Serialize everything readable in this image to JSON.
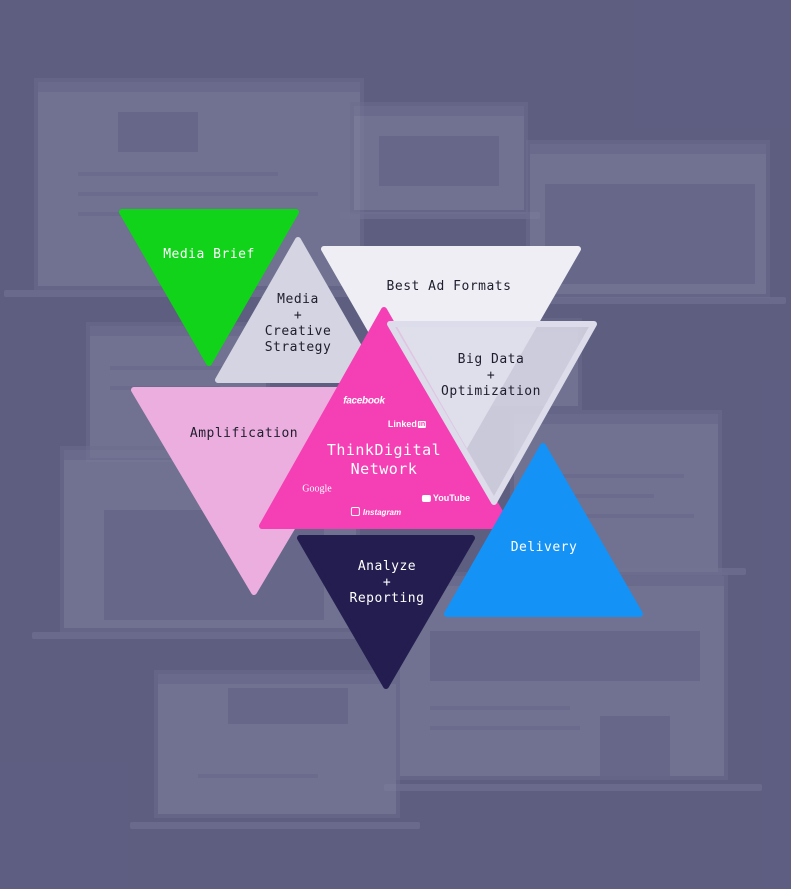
{
  "diagram": {
    "center": {
      "title_line1": "ThinkDigital",
      "title_line2": "Network",
      "color": "#f53fb4",
      "brands": {
        "facebook": "facebook",
        "linkedin": "Linked",
        "linkedin_badge": "in",
        "google": "Google",
        "youtube": "YouTube",
        "instagram": "Instagram"
      }
    },
    "nodes": {
      "media_brief": {
        "label": "Media Brief",
        "color": "#10d31a"
      },
      "media_creative": {
        "line1": "Media",
        "line2": "+",
        "line3": "Creative",
        "line4": "Strategy",
        "color": "#d4d4e2"
      },
      "best_ad_formats": {
        "label": "Best Ad Formats",
        "color": "#eeeef4"
      },
      "big_data": {
        "line1": "Big Data",
        "line2": "+",
        "line3": "Optimization",
        "color": "#dcdcea"
      },
      "amplification": {
        "label": "Amplification",
        "color": "#ecaede"
      },
      "analyze": {
        "line1": "Analyze",
        "line2": "+",
        "line3": "Reporting",
        "color": "#241d50"
      },
      "delivery": {
        "label": "Delivery",
        "color": "#1592f5"
      }
    }
  }
}
